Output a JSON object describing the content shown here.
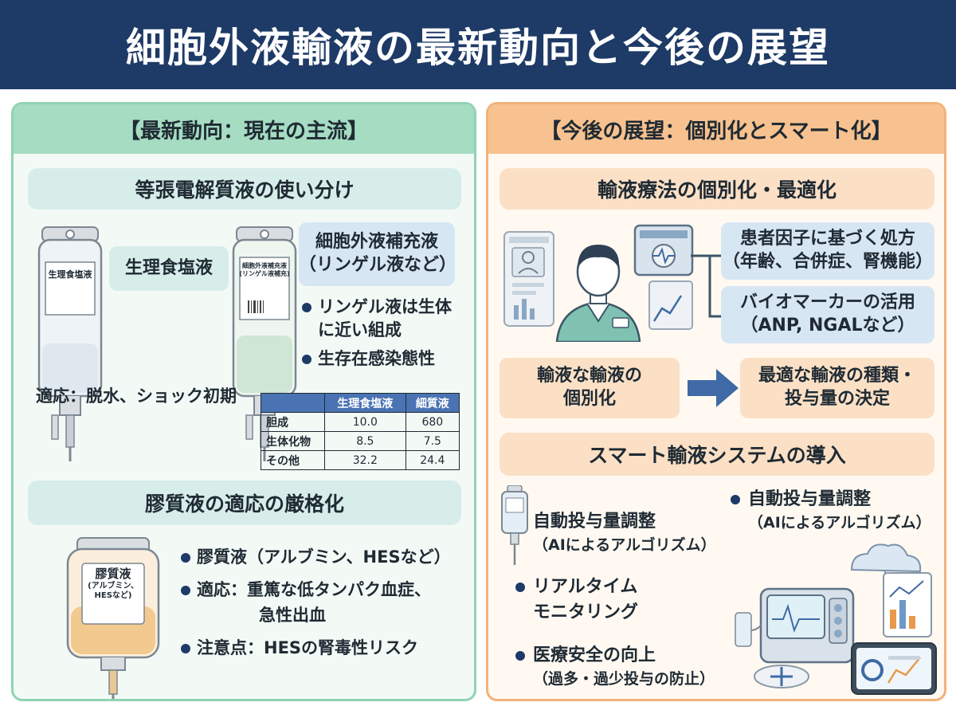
{
  "title": "細胞外液輸液の最新動向と今後の展望",
  "left": {
    "header": "【最新動向：現在の主流】",
    "section1": {
      "title": "等張電解質液の使い分け",
      "saline_label": "生理食塩液",
      "bag1_label": "生理食塩液",
      "bag2_label_line1": "細胞外液補充液",
      "bag2_label_line2": "(リンゲル液補充)",
      "ecf_box_line1": "細胞外液補充液",
      "ecf_box_line2": "（リンゲル液など）",
      "bullets": [
        "リンゲル液は生体",
        "に近い組成",
        "生存在感染態性"
      ],
      "indication": "適応：脱水、ショック初期",
      "table": {
        "headers": [
          "",
          "生理食塩液",
          "細質液"
        ],
        "rows": [
          [
            "胆成",
            "10.0",
            "680"
          ],
          [
            "生体化物",
            "8.5",
            "7.5"
          ],
          [
            "その他",
            "32.2",
            "24.4"
          ]
        ]
      }
    },
    "section2": {
      "title": "膠質液の適応の厳格化",
      "bag_label_line1": "膠質液",
      "bag_label_line2": "(アルブミン、",
      "bag_label_line3": "HESなど)",
      "bullet1": "膠質液（アルブミン、HESなど）",
      "bullet2_line1": "適応：重篤な低タンパク血症、",
      "bullet2_line2": "急性出血",
      "bullet3": "注意点：HESの腎毒性リスク"
    }
  },
  "right": {
    "header": "【今後の展望：個別化とスマート化】",
    "section1": {
      "title": "輸液療法の個別化・最適化",
      "box1_line1": "患者因子に基づく処方",
      "box1_line2": "（年齢、合併症、腎機能）",
      "box2_line1": "バイオマーカーの活用",
      "box2_line2": "（ANP, NGALなど）",
      "flow_left_line1": "輸液な輸液の",
      "flow_left_line2": "個別化",
      "flow_right_line1": "最適な輸液の種類・",
      "flow_right_line2": "投与量の決定"
    },
    "section2": {
      "title": "スマート輸液システムの導入",
      "item1_line1": "自動投与量調整",
      "item1_line2": "（AIによるアルゴリズム）",
      "item2_line1": "リアルタイム",
      "item2_line2": "モニタリング",
      "item3_line1": "医療安全の向上",
      "item3_line2": "（過多・過少投与の防止）",
      "item4_line1": "自動投与量調整",
      "item4_line2": "（AIによるアルゴリズム）"
    }
  },
  "colors": {
    "header_bg": "#1e3a66",
    "left_accent": "#8fd3b3",
    "right_accent": "#f2b27a",
    "arrow": "#3f6aa5"
  }
}
